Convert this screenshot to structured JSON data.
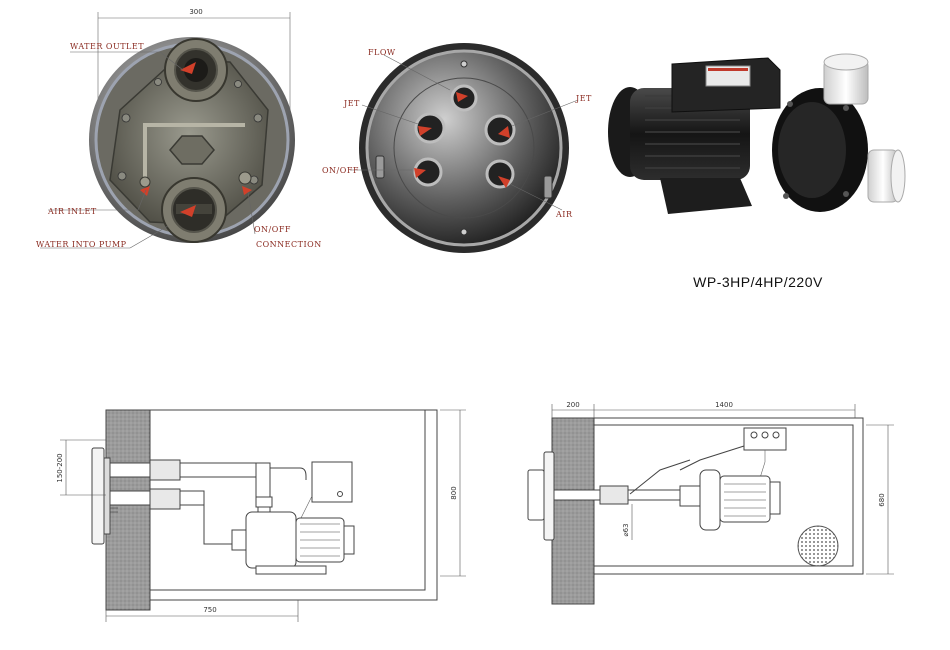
{
  "top_left_photo": {
    "dimension_label": "300",
    "labels": {
      "water_outlet": "WATER OUTLET",
      "air_inlet": "AIR INLET",
      "water_into_pump": "WATER INTO PUMP",
      "on_off_connection_line1": "ON/OFF",
      "on_off_connection_line2": "CONNECTION"
    }
  },
  "top_middle_photo": {
    "labels": {
      "flow": "FLOW",
      "jet_left": "JET",
      "jet_right": "JET",
      "on_off": "ON/OFF",
      "air": "AIR"
    }
  },
  "pump_photo": {
    "caption": "WP-3HP/4HP/220V"
  },
  "drawing_left": {
    "dim_height_small": "150-200",
    "dim_height_total": "800",
    "dim_bottom_width": "750"
  },
  "drawing_right": {
    "dim_top_left": "200",
    "dim_top_width": "1400",
    "dim_height": "680",
    "dim_pipe": "⌀63"
  }
}
